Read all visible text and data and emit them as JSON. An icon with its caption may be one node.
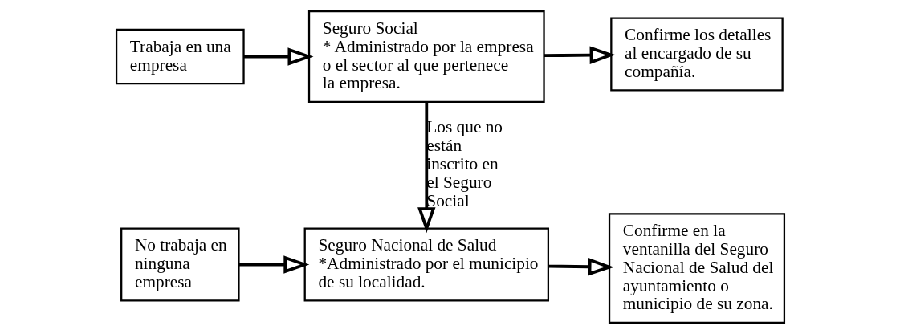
{
  "diagram": {
    "nodes": [
      {
        "text": [
          "Trabaja en una empresa"
        ]
      },
      {
        "text": [
          "Seguro Social",
          "* Administrado por la empresa o el sector al que pertenece la empresa."
        ]
      },
      {
        "text": [
          "Confirme los detalles al encargado de su compañía."
        ]
      },
      {
        "text": [
          "No trabaja en ninguna empresa"
        ]
      },
      {
        "text": [
          "Seguro Nacional de Salud",
          "*Administrado por el municipio de su localidad."
        ]
      },
      {
        "text": [
          "Confirme en la ventanilla del Seguro Nacional de Salud del ayuntamiento o municipio de su zona."
        ]
      }
    ],
    "edges": [
      {
        "from": 0,
        "to": 1,
        "arrow": "to"
      },
      {
        "from": 1,
        "to": 2,
        "arrow": "to"
      },
      {
        "from": 1,
        "to": 4,
        "arrow": "to",
        "label": "Los que no están inscrito en el Seguro Social"
      },
      {
        "from": 3,
        "to": 4,
        "arrow": "to"
      },
      {
        "from": 4,
        "to": 5,
        "arrow": "to"
      }
    ]
  }
}
